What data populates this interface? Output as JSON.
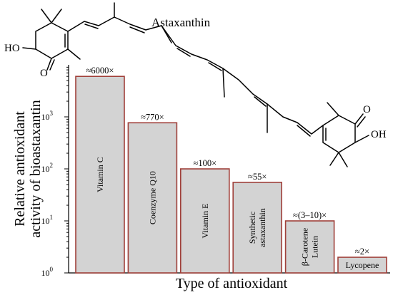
{
  "molecule": {
    "name": "Astaxanthin",
    "atoms": {
      "ho_left": "HO",
      "o_left": "O",
      "o_right": "O",
      "oh_right": "OH"
    }
  },
  "chart_data": {
    "type": "bar",
    "title": "",
    "xlabel": "Type of antioxidant",
    "ylabel_lines": [
      "Relative antioxidant",
      "activity of bioastaxantin"
    ],
    "yscale": "log",
    "ylim": [
      1,
      10000
    ],
    "yticks": [
      {
        "base": "10",
        "exp": "0"
      },
      {
        "base": "10",
        "exp": "1"
      },
      {
        "base": "10",
        "exp": "2"
      },
      {
        "base": "10",
        "exp": "3"
      }
    ],
    "grid": false,
    "bar_fill": "#d3d3d3",
    "bar_edge": "#a0403a",
    "categories": [
      [
        "Vitamin C"
      ],
      [
        "Coenzyme Q10"
      ],
      [
        "Vitamin E"
      ],
      [
        "Synthetic",
        "astaxanthin"
      ],
      [
        "β-Carotene",
        "Lutein"
      ],
      [
        "Lycopene"
      ]
    ],
    "values": [
      6000,
      770,
      100,
      55,
      10,
      2
    ],
    "value_labels": [
      "≈6000×",
      "≈770×",
      "≈100×",
      "≈55×",
      "≈(3–10)×",
      "≈2×"
    ]
  }
}
